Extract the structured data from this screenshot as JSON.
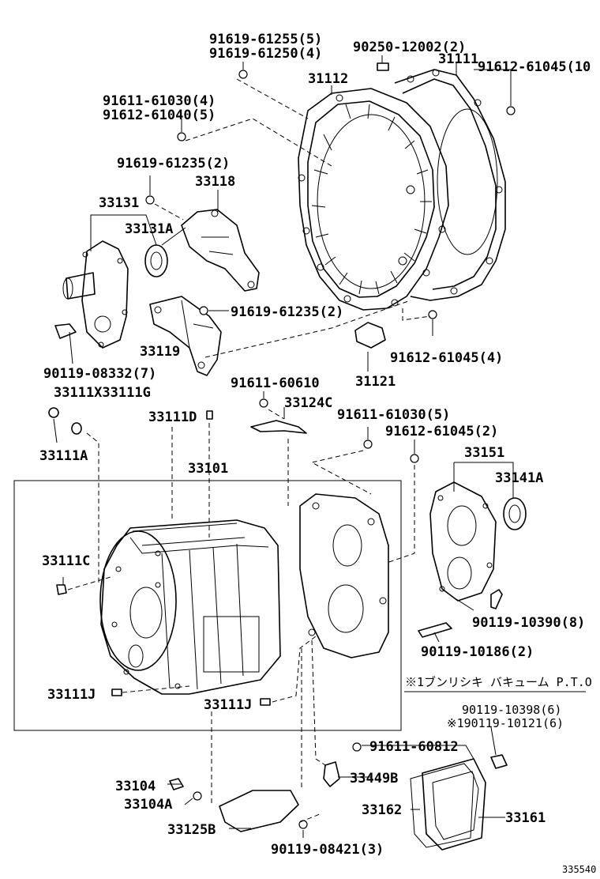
{
  "labels": {
    "l91619_61255": "91619-61255(5)",
    "l91619_61250": "91619-61250(4)",
    "l90250_12002": "90250-12002(2)",
    "l31111": "31111",
    "l91612_61045_10": "91612-61045(10",
    "l31112": "31112",
    "l91611_61030_4": "91611-61030(4)",
    "l91612_61040_5": "91612-61040(5)",
    "l91619_61235_2a": "91619-61235(2)",
    "l33118": "33118",
    "l33131": "33131",
    "l33131A": "33131A",
    "l91619_61235_2b": "91619-61235(2)",
    "l33119": "33119",
    "l91612_61045_4": "91612-61045(4)",
    "l90119_08332": "90119-08332(7)",
    "l31121": "31121",
    "l33111X": "33111X33111G",
    "l91611_60610": "91611-60610",
    "l33124C": "33124C",
    "l91611_61030_5": "91611-61030(5)",
    "l33111D": "33111D",
    "l91612_61045_2": "91612-61045(2)",
    "l33111A": "33111A",
    "l33151": "33151",
    "l33101": "33101",
    "l33141A": "33141A",
    "l33111C": "33111C",
    "l90119_10390": "90119-10390(8)",
    "l90119_10186": "90119-10186(2)",
    "l33111J": "33111J",
    "l33111J2": "33111J",
    "l_pto": "※1ブンリシキ バキューム P.T.O",
    "l90119_10398": "90119-10398(6)",
    "l90119_10121": "※190119-10121(6)",
    "l91611_60812": "91611-60812",
    "l33104": "33104",
    "l33449B": "33449B",
    "l33104A": "33104A",
    "l33162": "33162",
    "l33161": "33161",
    "l33125B": "33125B",
    "l90119_08421": "90119-08421(3)",
    "l_code": "335540"
  },
  "icons": {
    "washer_mark": "circled-B-washer-icon"
  }
}
